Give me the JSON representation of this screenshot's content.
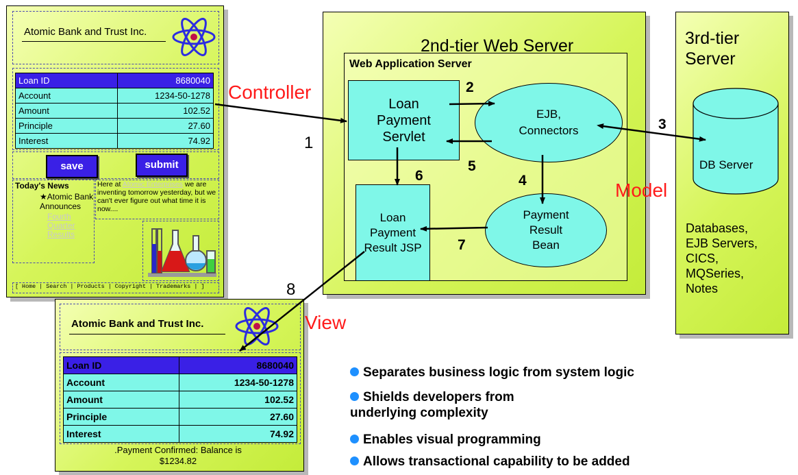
{
  "bank_page": {
    "title": "Atomic Bank and Trust Inc.",
    "rows": [
      {
        "label": "Loan ID",
        "value": "8680040"
      },
      {
        "label": "Account",
        "value": "1234-50-1278"
      },
      {
        "label": "Amount",
        "value": "102.52"
      },
      {
        "label": "Principle",
        "value": "27.60"
      },
      {
        "label": "Interest",
        "value": "74.92"
      }
    ],
    "save_label": "save",
    "submit_label": "submit",
    "news_heading": "Today's News",
    "news_item": "Atomic Bank Announces",
    "news_links": [
      "Fourth",
      "Quarter",
      "Results"
    ],
    "story_prefix": "Here at ",
    "story_link": "Atomic Enterprises",
    "story_text": " we are inventing tomorrow yesterday, but we can't ever figure out what time it is now....",
    "footer": "[ Home | Search | Products | Copyright | Trademarks | ]"
  },
  "result_page": {
    "title": "Atomic Bank and Trust Inc.",
    "rows": [
      {
        "label": "Loan ID",
        "value": "8680040"
      },
      {
        "label": "Account",
        "value": "1234-50-1278"
      },
      {
        "label": "Amount",
        "value": "102.52"
      },
      {
        "label": "Principle",
        "value": "27.60"
      },
      {
        "label": "Interest",
        "value": "74.92"
      }
    ],
    "confirmation": ".Payment Confirmed: Balance is $1234.82"
  },
  "web_server": {
    "title": "2nd-tier Web Server",
    "app_server": "Web Application Server",
    "servlet": "Loan Payment Servlet",
    "ejb": "EJB, Connectors",
    "jsp": "Loan Payment Result JSP",
    "bean": "Payment Result Bean"
  },
  "tier3": {
    "title": "3rd-tier Server",
    "db": "DB Server",
    "list": [
      "Databases,",
      "EJB Servers,",
      "CICS,",
      "MQSeries,",
      "Notes"
    ]
  },
  "labels": {
    "controller": "Controller",
    "model": "Model",
    "view": "View"
  },
  "steps": [
    "1",
    "2",
    "3",
    "4",
    "5",
    "6",
    "7",
    "8"
  ],
  "bullets": [
    "Separates business logic from system logic",
    "Shields developers from underlying complexity",
    "Enables visual programming",
    "Allows transactional capability to be added"
  ],
  "colors": {
    "cyan": "#7ff7e8",
    "header_blue": "#3a20e6",
    "label_red": "#ff1a1a",
    "bullet_blue": "#1e90ff",
    "panel_green": "#d6f55a"
  }
}
